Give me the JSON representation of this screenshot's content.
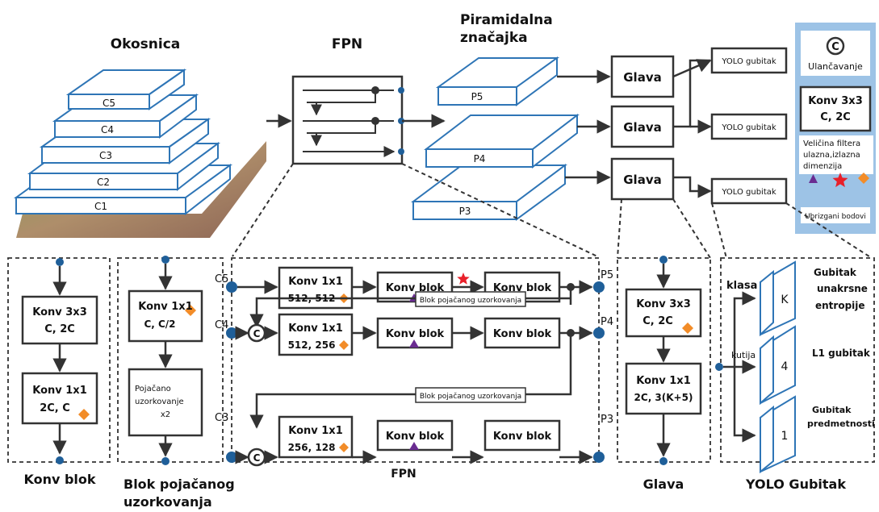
{
  "colors": {
    "box_border": "#2e75b6",
    "node": "#1f5f99",
    "arrow": "#333333",
    "diamond": "#f28c28",
    "triangle": "#6a2c91",
    "star": "#e8202a",
    "panel": "#9dc3e6"
  },
  "top": {
    "backbone_title": "Okosnica",
    "backbone_layers": [
      "C5",
      "C4",
      "C3",
      "C2",
      "C1"
    ],
    "fpn_title": "FPN",
    "pyramid_title_line1": "Piramidalna",
    "pyramid_title_line2": "značajka",
    "pyramid_levels": [
      "P5",
      "P4",
      "P3"
    ],
    "heads": [
      "Glava",
      "Glava",
      "Glava"
    ],
    "losses": [
      "YOLO gubitak",
      "YOLO gubitak",
      "YOLO gubitak"
    ]
  },
  "legend": {
    "concat_symbol": "C",
    "concat_label": "Ulančavanje",
    "conv_line1": "Konv 3x3",
    "conv_line2": "C, 2C",
    "filter_line1": "Veličina filtera",
    "filter_line2": "ulazna,izlazna",
    "filter_line3": "dimenzija",
    "injected_label": "Ubrizgani bodovi"
  },
  "konv_blok": {
    "box1_l1": "Konv 3x3",
    "box1_l2": "C, 2C",
    "box2_l1": "Konv 1x1",
    "box2_l2": "2C, C",
    "caption": "Konv blok"
  },
  "upsample_block": {
    "box1_l1": "Konv 1x1",
    "box1_l2": "C, C/2",
    "text_l1": "Pojačano",
    "text_l2": "uzorkovanje",
    "text_l3": "x2",
    "caption_l1": "Blok pojačanog",
    "caption_l2": "uzorkovanja"
  },
  "fpn_detail": {
    "inputs": [
      "C5",
      "C4",
      "C3"
    ],
    "outputs": [
      "P5",
      "P4",
      "P3"
    ],
    "conv_title": "Konv 1x1",
    "conv_dims": [
      "512, 512",
      "512, 256",
      "256, 128"
    ],
    "konv_blok": "Konv blok",
    "upsample_label": "Blok pojačanog uzorkovanja",
    "concat": "C",
    "caption": "FPN"
  },
  "glava_detail": {
    "box1_l1": "Konv 3x3",
    "box1_l2": "C, 2C",
    "box2_l1": "Konv 1x1",
    "box2_l2": "2C, 3(K+5)",
    "caption": "Glava"
  },
  "yolo_detail": {
    "klasa": "klasa",
    "kutija": "kutija",
    "cubes": [
      "K",
      "4",
      "1"
    ],
    "loss1_l1": "Gubitak",
    "loss1_l2": "unakrsne",
    "loss1_l3": "entropije",
    "loss2": "L1 gubitak",
    "loss3_l1": "Gubitak",
    "loss3_l2": "predmetnosti",
    "caption": "YOLO Gubitak"
  }
}
